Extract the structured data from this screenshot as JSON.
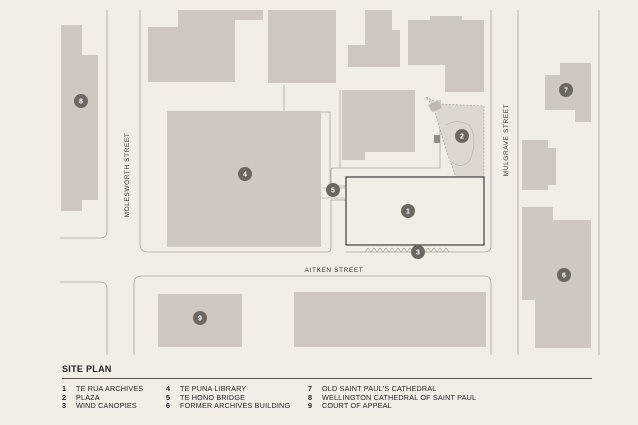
{
  "streets": {
    "molesworth": "MOLESWORTH STREET",
    "mulgrave": "MULGRAVE STREET",
    "aitken": "AITKEN STREET"
  },
  "markers": [
    "1",
    "2",
    "3",
    "4",
    "5",
    "6",
    "7",
    "8",
    "9"
  ],
  "legend": {
    "title": "SITE PLAN",
    "items": [
      {
        "num": "1",
        "label": "TE RUA ARCHIVES"
      },
      {
        "num": "2",
        "label": "PLAZA"
      },
      {
        "num": "3",
        "label": "WIND CANOPIES"
      },
      {
        "num": "4",
        "label": "TE PUNA LIBRARY"
      },
      {
        "num": "5",
        "label": "TE HONO BRIDGE"
      },
      {
        "num": "6",
        "label": "FORMER ARCHIVES BUILDING"
      },
      {
        "num": "7",
        "label": "OLD SAINT PAUL'S CATHEDRAL"
      },
      {
        "num": "8",
        "label": "WELLINGTON CATHEDRAL OF SAINT PAUL"
      },
      {
        "num": "9",
        "label": "COURT OF APPEAL"
      }
    ]
  },
  "colors": {
    "background": "#f1eee8",
    "building": "#cdc9c2",
    "outline": "#9c9891",
    "marker": "#6b6862"
  }
}
